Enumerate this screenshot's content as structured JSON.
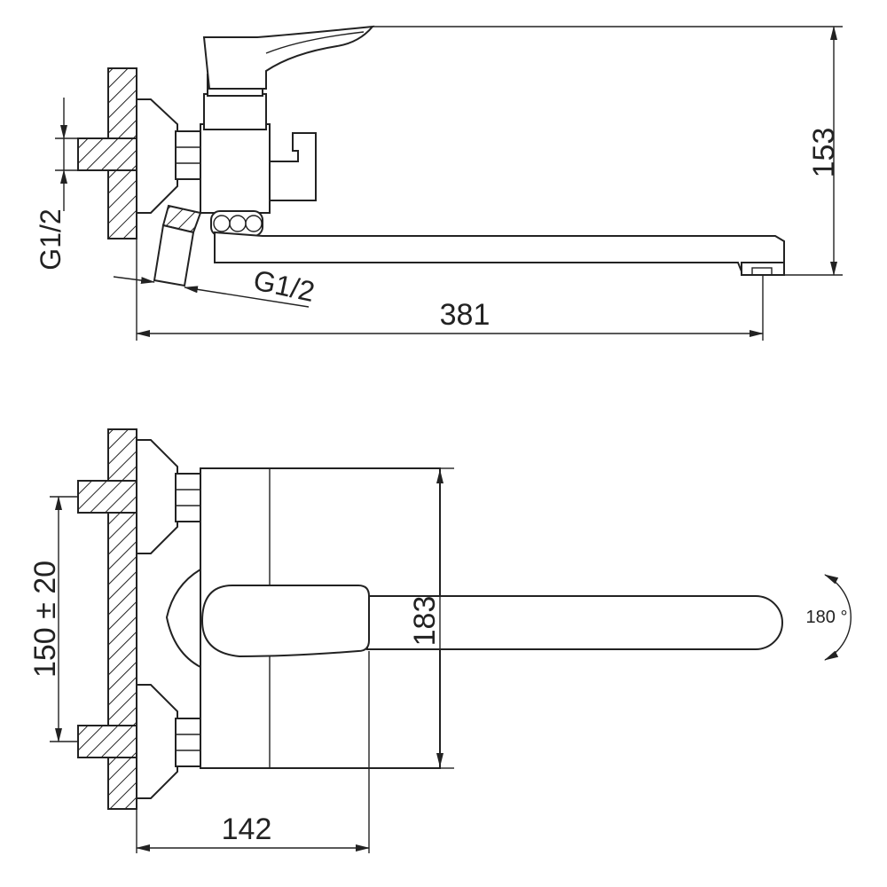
{
  "dimensions": {
    "top_height": "153",
    "top_length": "381",
    "left_thread": "G1/2",
    "bottom_thread": "G1/2",
    "body_height": "183",
    "inlet_spacing": "150 ± 20",
    "base_width": "142",
    "rotation": "180 °"
  }
}
